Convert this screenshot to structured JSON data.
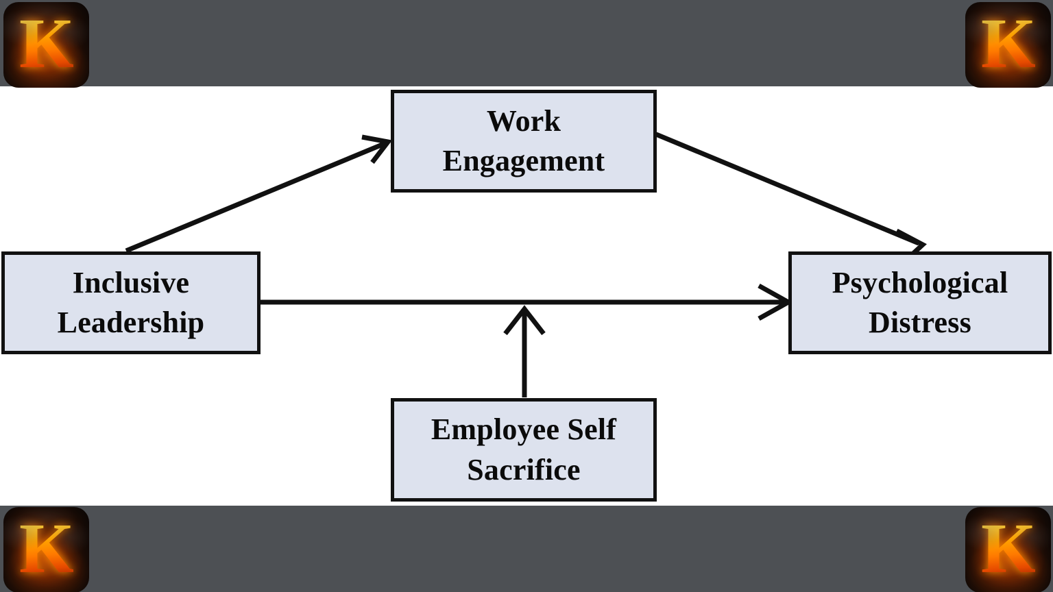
{
  "page": {
    "background_color": "#ffffff",
    "bar_color": "#4d5054",
    "node_fill": "#dde2ee",
    "node_border": "#111111",
    "arrow_color": "#111111"
  },
  "branding": {
    "logo_glyph": "K",
    "logo_name": "flaming-k-logo",
    "corners": [
      "top-left",
      "top-right",
      "bottom-left",
      "bottom-right"
    ]
  },
  "diagram": {
    "type": "conceptual-model",
    "nodes": [
      {
        "id": "work_engagement",
        "line1": "Work",
        "line2": "Engagement"
      },
      {
        "id": "inclusive_leadership",
        "line1": "Inclusive",
        "line2": "Leadership"
      },
      {
        "id": "psychological_distress",
        "line1": "Psychological",
        "line2": "Distress"
      },
      {
        "id": "employee_self_sacrifice",
        "line1": "Employee Self",
        "line2": "Sacrifice"
      }
    ],
    "edges": [
      {
        "id": "il_to_we",
        "from": "inclusive_leadership",
        "to": "work_engagement",
        "style": "solid",
        "arrow": "open-barb"
      },
      {
        "id": "we_to_pd",
        "from": "work_engagement",
        "to": "psychological_distress",
        "style": "solid",
        "arrow": "open-barb"
      },
      {
        "id": "il_to_pd",
        "from": "inclusive_leadership",
        "to": "psychological_distress",
        "style": "solid",
        "arrow": "open-barb"
      },
      {
        "id": "ess_to_il_pd",
        "from": "employee_self_sacrifice",
        "to": "il_to_pd",
        "style": "solid",
        "arrow": "open-barb",
        "role": "moderator"
      }
    ]
  }
}
